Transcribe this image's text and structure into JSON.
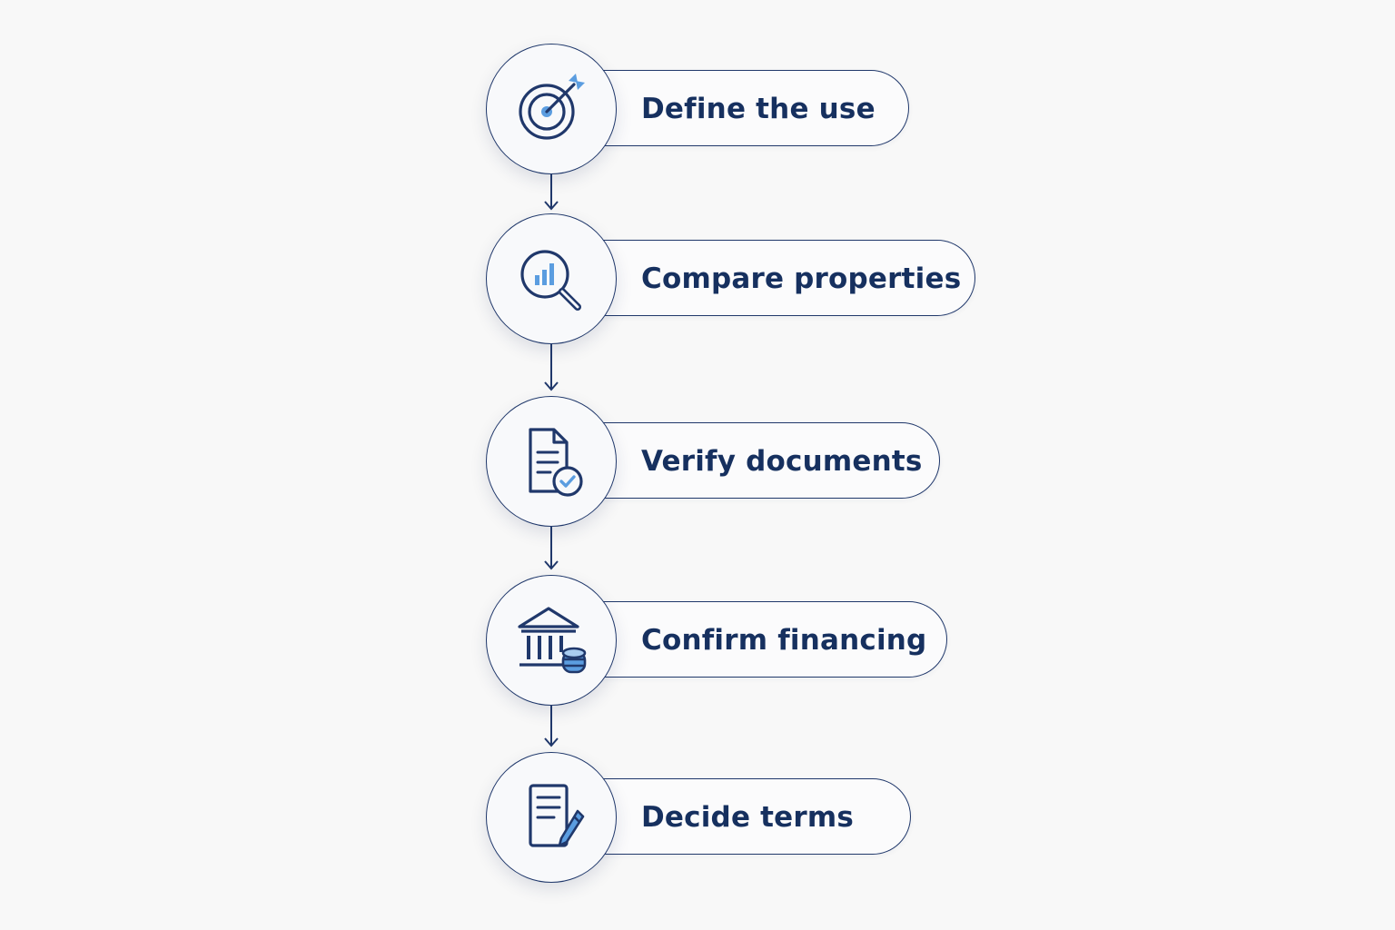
{
  "colors": {
    "stroke": "#20386b",
    "text": "#16305f",
    "accent": "#5b9de0",
    "background": "#f8f8f8"
  },
  "steps": [
    {
      "label": "Define the use",
      "icon": "target-arrow-icon"
    },
    {
      "label": "Compare properties",
      "icon": "magnifier-chart-icon"
    },
    {
      "label": "Verify documents",
      "icon": "document-check-icon"
    },
    {
      "label": "Confirm financing",
      "icon": "bank-coins-icon"
    },
    {
      "label": "Decide terms",
      "icon": "document-pen-icon"
    }
  ]
}
